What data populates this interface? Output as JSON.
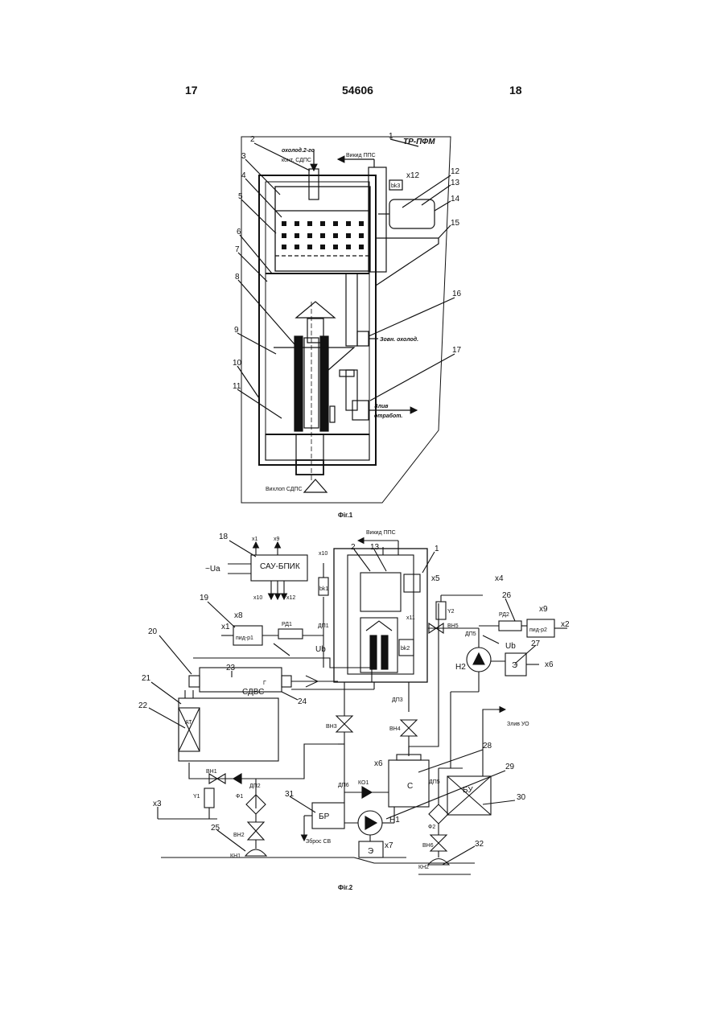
{
  "header": {
    "left_page": "17",
    "patent_number": "54606",
    "right_page": "18"
  },
  "fig1": {
    "caption": "Фіг.1",
    "title_box": "ТР-ПФМ",
    "cooling_label": "охолод.2-го",
    "cooling_label2": "конт. СДПС",
    "emission_label": "Викид ППС",
    "x12": "x12",
    "bk3": "bk3",
    "outer_cooling": "Зовн. охолод.",
    "drain_label": "Злив",
    "drain_label2": "отработ.",
    "exhaust_label": "Вихлоп СДПС",
    "leaders": [
      "1",
      "2",
      "3",
      "4",
      "5",
      "6",
      "7",
      "8",
      "9",
      "10",
      "11",
      "12",
      "13",
      "14",
      "15",
      "16",
      "17"
    ]
  },
  "fig2": {
    "caption": "Фіг.2",
    "emission_label": "Викид ППС",
    "sau_block": "САУ-БПИК",
    "ua": "~Ua",
    "x1": "x1",
    "x9": "x9",
    "x10": "x10",
    "x12": "x12",
    "x5": "x5",
    "x4": "x4",
    "x8": "x8",
    "x11": "x11",
    "x2": "x2",
    "x6": "x6",
    "x3": "x3",
    "x7": "x7",
    "bk1": "bk1",
    "bk2": "bk2",
    "pid1": "пид-р1",
    "pid2": "пид-р2",
    "rd1": "РД1",
    "rd2": "РД2",
    "dp1": "ДП1",
    "dp2": "ДП2",
    "dp3": "ДП3",
    "dp4": "ДП4",
    "dp5": "ДП5",
    "dp6": "ДП6",
    "ub": "Ub",
    "sdvs": "СДВС",
    "at": "АТ",
    "g": "Г",
    "y1": "Y1",
    "y2": "Y2",
    "vn1": "ВН1",
    "vn2": "ВН2",
    "vn3": "ВН3",
    "vn4": "ВН4",
    "vn5": "ВН5",
    "vn6": "ВН6",
    "ko1": "КО1",
    "kn1": "КН1",
    "kn2": "КН2",
    "f1": "Ф1",
    "f2": "Ф2",
    "n1": "Н1",
    "n2": "Н2",
    "e": "Э",
    "c": "С",
    "br": "БР",
    "bu": "БУ",
    "drain_uo": "Злив УО",
    "dump_sv": "Зброс СВ",
    "leaders": [
      "18",
      "19",
      "20",
      "21",
      "22",
      "23",
      "24",
      "25",
      "26",
      "27",
      "28",
      "29",
      "30",
      "31",
      "32",
      "2",
      "13",
      "1"
    ]
  }
}
